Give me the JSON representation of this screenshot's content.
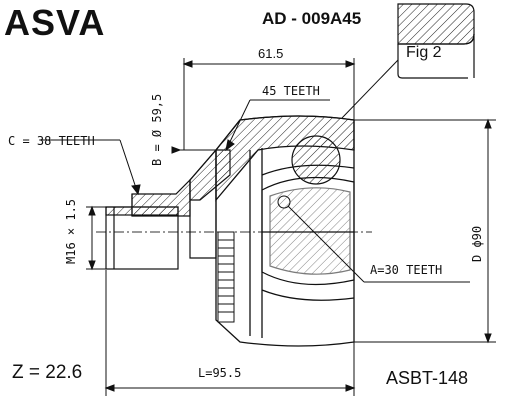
{
  "header": {
    "brand": "ASVA",
    "part_number": "AD - 009A45"
  },
  "figure": {
    "fig_label": "Fig 2"
  },
  "dimensions": {
    "width_top": "61.5",
    "teeth_outer": "45 TEETH",
    "diameter_b": "B = Ø 59,5",
    "teeth_c": "C = 38 TEETH",
    "thread": "M16 × 1.5",
    "diameter_d": "D ϕ90",
    "teeth_a": "A=30 TEETH",
    "length_l": "L=95.5"
  },
  "footer": {
    "z_value": "Z = 22.6",
    "code": "ASBT-148"
  }
}
